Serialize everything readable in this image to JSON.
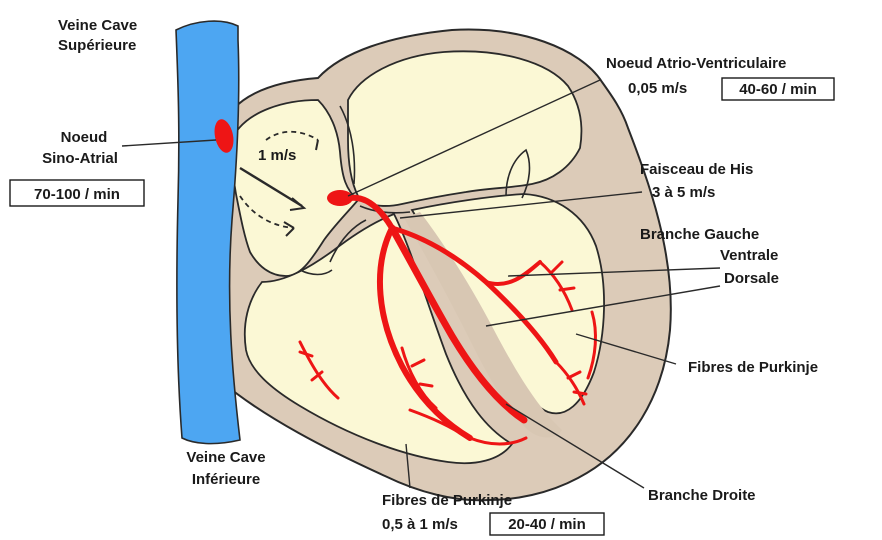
{
  "labels": {
    "vcs_line1": "Veine Cave",
    "vcs_line2": "Supérieure",
    "sa_line1": "Noeud",
    "sa_line2": "Sino-Atrial",
    "sa_rate": "70-100 / min",
    "speed_atrial": "1 m/s",
    "av_title": "Noeud Atrio-Ventriculaire",
    "av_speed": "0,05 m/s",
    "av_rate": "40-60 / min",
    "his_title": "Faisceau de His",
    "his_speed": "3 à 5 m/s",
    "left_branch": "Branche Gauche",
    "left_ventral": "Ventrale",
    "left_dorsal": "Dorsale",
    "purkinje_right": "Fibres de  Purkinje",
    "vci_line1": "Veine Cave",
    "vci_line2": "Inférieure",
    "right_branch": "Branche Droite",
    "purkinje_bottom": "Fibres de Purkinje",
    "purkinje_speed": "0,5 à 1 m/s",
    "purkinje_rate": "20-40 / min"
  },
  "colors": {
    "vena_cava": "#4da6f2",
    "myocardium": "#dccbb8",
    "chamber": "#fbf8d5",
    "conduction": "#ee1515",
    "outline": "#2a2a2a"
  }
}
